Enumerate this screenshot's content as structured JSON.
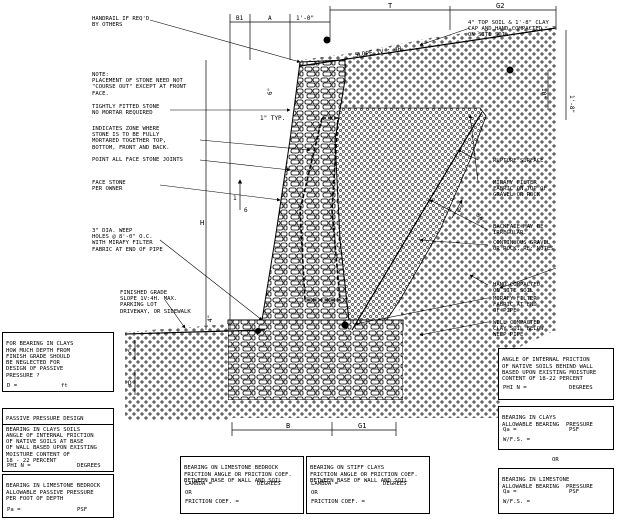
{
  "dimensions": {
    "t": "T",
    "g2": "G2",
    "b1": "B1",
    "a": "A",
    "one_ft": "1'-0\"",
    "slope": "SLOPE 1V : 4H",
    "one_eight_right": "1'-8\"",
    "ten_in": "10\"",
    "six_in": "6\"",
    "one_typ": "1\" TYP.",
    "h": "H",
    "batter": "1",
    "six": "6",
    "fifty_deg": "50°",
    "two": "2",
    "four_in": "4\"",
    "c": "C",
    "d": "D",
    "b": "B",
    "g1": "G1"
  },
  "callouts_left": {
    "handrail": "HANDRAIL IF REQ'D\nBY OTHERS",
    "note_stone": "NOTE:\nPLACEMENT OF STONE NEED NOT\n\"COURSE OUT\" EXCEPT AT FRONT\nFACE.",
    "tight_stone": "TIGHTLY FITTED STONE\nNO MORTAR REQUIRED",
    "mortared": "INDICATES ZONE WHERE\nSTONE IS TO BE FULLY\nMORTARED TOGETHER TOP,\nBOTTOM, FRONT AND BACK.",
    "point_joints": "POINT ALL FACE STONE JOINTS",
    "face_stone": "FACE STONE\nPER OWNER",
    "weep": "3\" DIA. WEEP\nHOLES @ 8'-0\" O.C.\nWITH MIRAFY FILTER\nFABRIC AT END OF PIPE",
    "finished_grade": "FINISHED GRADE\nSLOPE 1V:4H. MAX.\nPARKING LOT\nDRIVEWAY, OR SIDEWALK"
  },
  "callouts_right": {
    "topsoil": "4\" TOP SOIL & 1'-8\" CLAY\nCAP AND HAND COMPACTED\nON SITE SOIL",
    "rupture": "RUPTURE SURFACE",
    "mirafy_top": "MIRAFY FILTER\nFABRIC ON TOP OF\nGRAVEL OR ROCK",
    "backface": "BACKFACE MAY BE\nIRREGULAR.",
    "gravel": "CONTINUOUS GRAVEL\nOR ROCK, RE: NOTES",
    "hand_compacted": "HAND COMPACTED\nON SITE SOIL",
    "mirafy_end": "MIRAFY FILTER\nFABRIC AT END\nOF PIPE",
    "well_compacted": "WELL COMPACTED\nCLAY SOIL BELOW\nWEEP PIPE"
  },
  "boxes": {
    "bearing_clays_note": {
      "text": "FOR BEARING IN CLAYS\nHOW MUCH DEPTH FROM\nFINISH GRADE SHOULD\nBE NEGLECTED FOR\nDESIGN OF PASSIVE\nPRESSURE ?",
      "field": "D =",
      "unit": "ft"
    },
    "angle_internal": {
      "text": "ANGLE OF INTERNAL FRICTION\nOF NATIVE SOILS BEHIND WALL\nBASED UPON EXISTING MOISTURE\nCONTENT OF 18-22 PERCENT",
      "field": "PHI N =",
      "unit": "DEGREES"
    },
    "passive_design": {
      "title": "PASSIVE PRESSURE DESIGN",
      "text": "BEARING IN CLAYS SOILS\nANGLE OF INTERNAL FRICTION\nOF NATIVE SOILS AT BASE\nOF WALL BASED UPON EXISTING\nMOISTURE CONTENT OF\n18 - 22 PERCENT",
      "field": "PHI N =",
      "unit": "DEGREES"
    },
    "bearing_bedrock_passive": {
      "text": "BEARING IN LIMESTONE BEDROCK\nALLOWABLE PASSIVE PRESSURE\nPER FOOT OF DEPTH",
      "field": "Pa =",
      "unit": "PSF"
    },
    "bearing_limestone_friction": {
      "text": "BEARING ON LIMESTONE BEDROCK\nFRICTION ANGLE OR FRICTION COEF.\nBETWEEN BASE OF WALL AND SOIL",
      "field1": "LAMBDA =",
      "unit1": "DEGREES",
      "or": "OR",
      "field2": "FRICTION COEF. ="
    },
    "bearing_stiff_clays": {
      "text": "BEARING ON STIFF CLAYS\nFRICTION ANGLE OR FRICTION COEF.\nBETWEEN BASE OF WALL AND SOIL",
      "field1": "LAMBDA =",
      "unit1": "DEGREES",
      "or": "OR",
      "field2": "FRICTION COEF. ="
    },
    "bearing_clays_allow": {
      "text": "BEARING IN CLAYS\nALLOWABLE BEARING  PRESSURE",
      "field1": "Qa =",
      "unit1": "PSF",
      "field2": "W/F.S. ="
    },
    "or_label": "OR",
    "bearing_limestone_allow": {
      "text": "BEARING IN LIMESTONE\nALLOWABLE BEARING  PRESSURE",
      "field1": "Qa =",
      "unit1": "PSF",
      "field2": "W/F.S. ="
    }
  }
}
